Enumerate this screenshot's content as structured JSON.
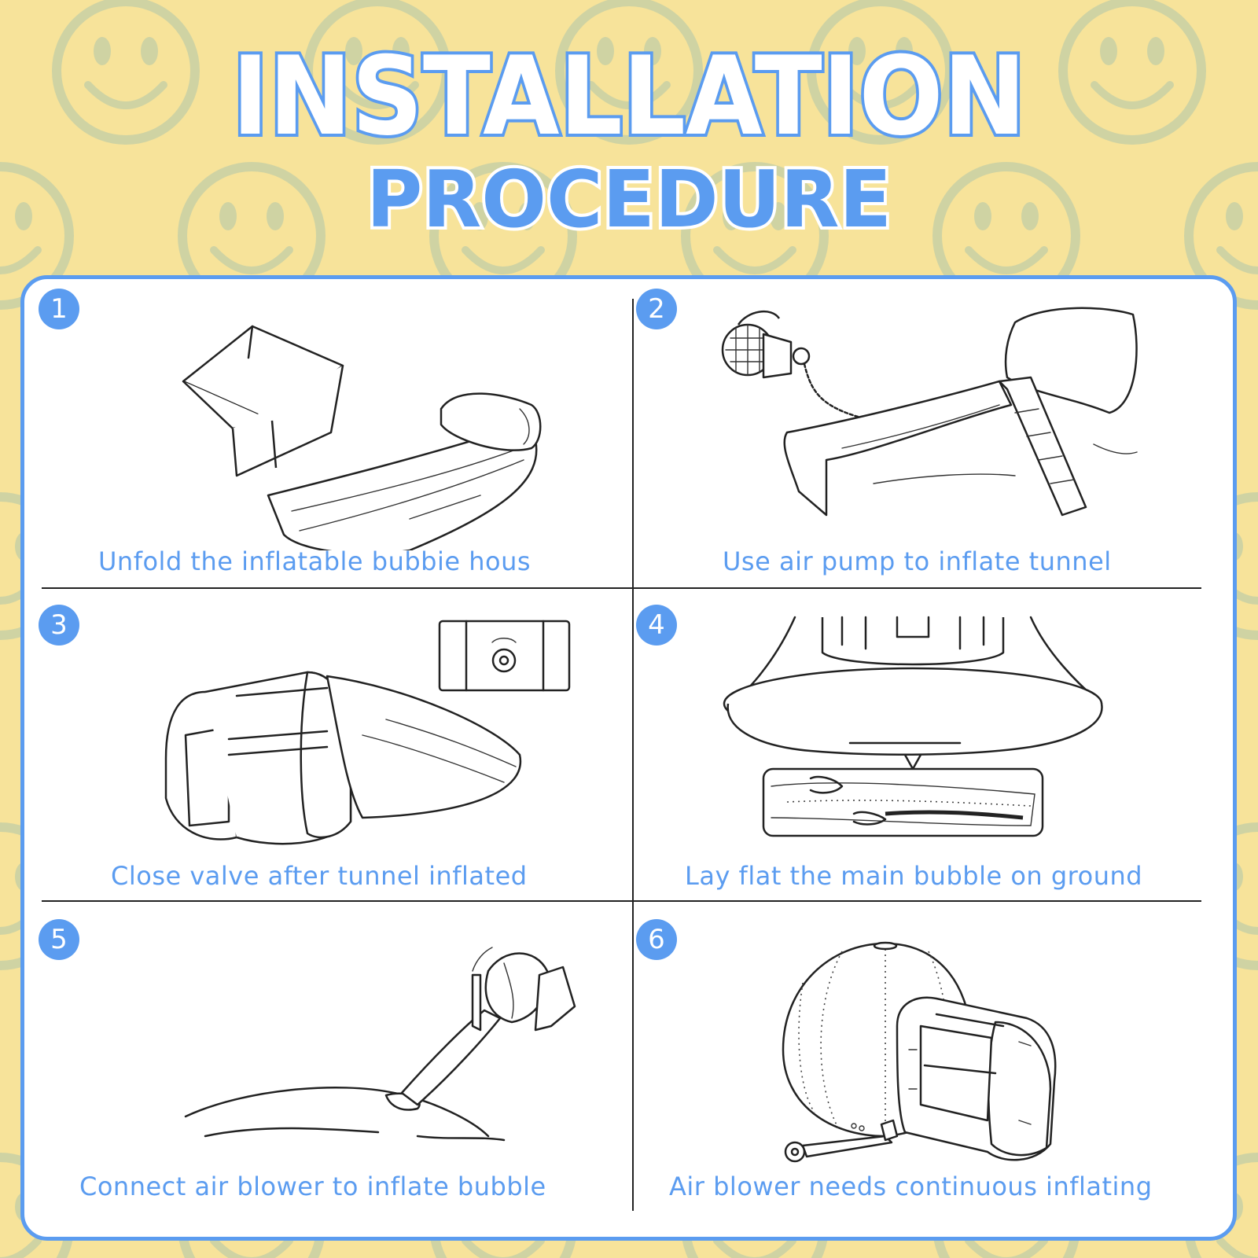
{
  "title": {
    "line1": "INSTALLATION",
    "line2": "PROCEDURE"
  },
  "colors": {
    "accent": "#5b9cf0",
    "background": "#f7e39a",
    "pattern": "#cfd3a3"
  },
  "steps": [
    {
      "number": "1",
      "caption": "Unfold the inflatable bubbie hous"
    },
    {
      "number": "2",
      "caption": "Use air pump to inflate tunnel"
    },
    {
      "number": "3",
      "caption": "Close valve after tunnel inflated"
    },
    {
      "number": "4",
      "caption": "Lay flat the main bubble on ground"
    },
    {
      "number": "5",
      "caption": "Connect air blower to inflate bubble"
    },
    {
      "number": "6",
      "caption": "Air blower needs continuous inflating"
    }
  ]
}
